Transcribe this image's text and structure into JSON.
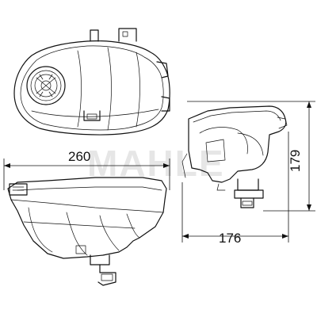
{
  "dimensions": {
    "width": "260",
    "height": "179",
    "depth": "176"
  },
  "watermark": "MAHLE",
  "colors": {
    "line": "#111111",
    "background": "#ffffff",
    "watermark": "#e6e6e6"
  }
}
